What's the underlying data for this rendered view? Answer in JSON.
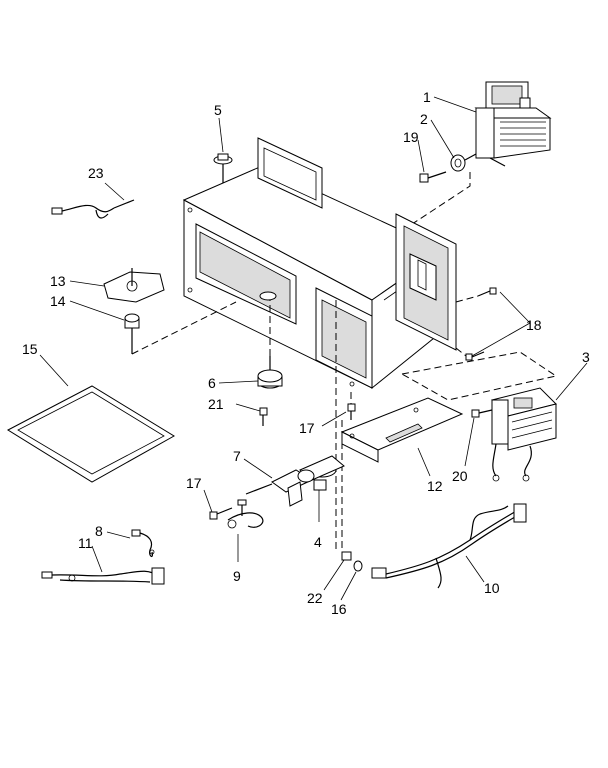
{
  "parts": [
    {
      "id": "p1",
      "label": "1"
    },
    {
      "id": "p2",
      "label": "2"
    },
    {
      "id": "p3",
      "label": "3"
    },
    {
      "id": "p4",
      "label": "4"
    },
    {
      "id": "p5",
      "label": "5"
    },
    {
      "id": "p6",
      "label": "6"
    },
    {
      "id": "p7",
      "label": "7"
    },
    {
      "id": "p8",
      "label": "8"
    },
    {
      "id": "p9",
      "label": "9"
    },
    {
      "id": "p10",
      "label": "10"
    },
    {
      "id": "p11",
      "label": "11"
    },
    {
      "id": "p12",
      "label": "12"
    },
    {
      "id": "p13",
      "label": "13"
    },
    {
      "id": "p14",
      "label": "14"
    },
    {
      "id": "p15",
      "label": "15"
    },
    {
      "id": "p16",
      "label": "16"
    },
    {
      "id": "p17a",
      "label": "17"
    },
    {
      "id": "p17b",
      "label": "17"
    },
    {
      "id": "p18",
      "label": "18"
    },
    {
      "id": "p19",
      "label": "19"
    },
    {
      "id": "p20",
      "label": "20"
    },
    {
      "id": "p21",
      "label": "21"
    },
    {
      "id": "p22",
      "label": "22"
    },
    {
      "id": "p23",
      "label": "23"
    }
  ]
}
